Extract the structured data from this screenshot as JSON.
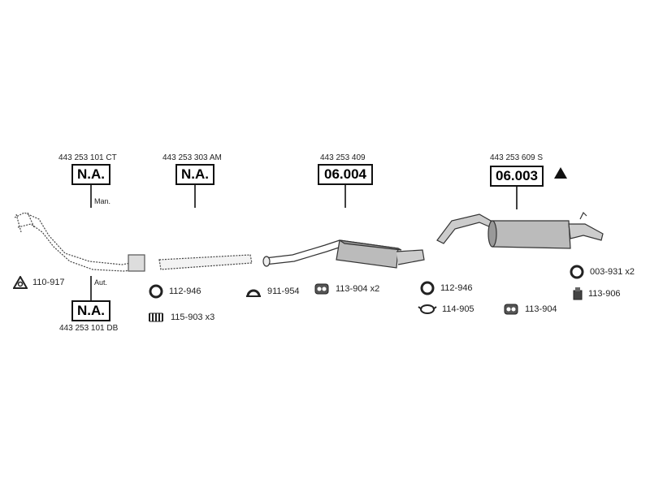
{
  "parts": [
    {
      "number": "443 253 101 CT",
      "code": "N.A.",
      "note": "Man."
    },
    {
      "number": "443 253 303 AM",
      "code": "N.A."
    },
    {
      "number": "443 253 409",
      "code": "06.004"
    },
    {
      "number": "443 253 609 S",
      "code": "06.003"
    },
    {
      "number": "443 253 101 DB",
      "code": "N.A.",
      "note": "Aut."
    }
  ],
  "accessories": [
    {
      "label": "110-917",
      "icon": "triangle-gasket-icon"
    },
    {
      "label": "112-946",
      "icon": "ring-gasket-icon"
    },
    {
      "label": "115-903 x3",
      "icon": "spring-icon"
    },
    {
      "label": "911-954",
      "icon": "clamp-icon"
    },
    {
      "label": "113-904 x2",
      "icon": "rubber-mount-icon"
    },
    {
      "label": "112-946",
      "icon": "ring-gasket-icon"
    },
    {
      "label": "114-905",
      "icon": "pipe-clamp-icon"
    },
    {
      "label": "113-904",
      "icon": "rubber-mount-icon"
    },
    {
      "label": "003-931 x2",
      "icon": "ring-gasket-icon"
    },
    {
      "label": "113-906",
      "icon": "mount-cap-icon"
    }
  ],
  "warning_icon": "warning-triangle-icon"
}
